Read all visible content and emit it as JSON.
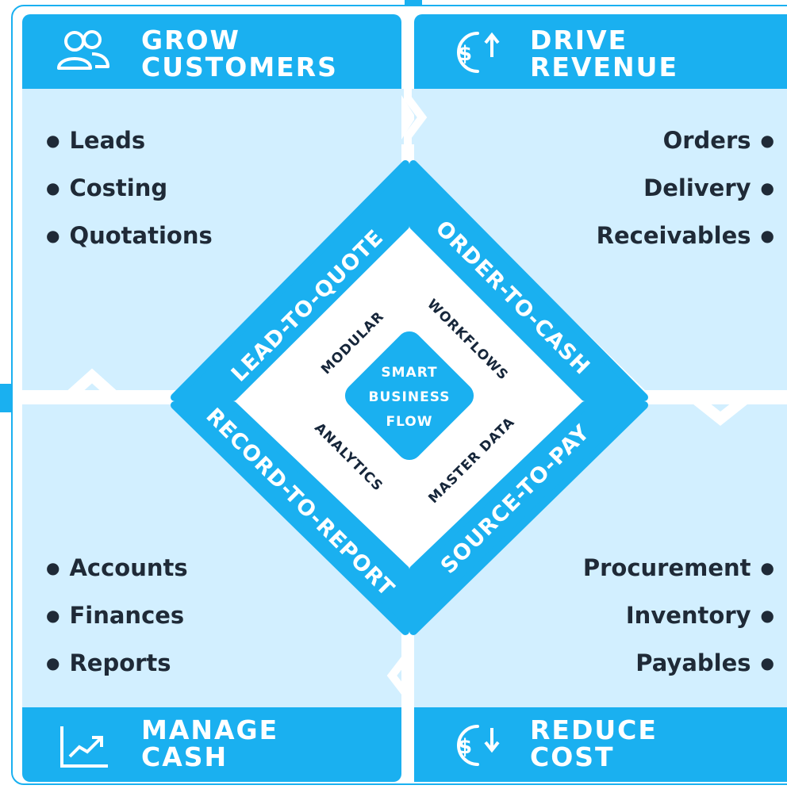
{
  "quadrants": {
    "top_left": {
      "title_line1": "GROW",
      "title_line2": "CUSTOMERS",
      "icon": "users-icon",
      "items": [
        "Leads",
        "Costing",
        "Quotations"
      ]
    },
    "top_right": {
      "title_line1": "DRIVE",
      "title_line2": "REVENUE",
      "icon": "dollar-up-icon",
      "items": [
        "Orders",
        "Delivery",
        "Receivables"
      ]
    },
    "bottom_left": {
      "title_line1": "MANAGE",
      "title_line2": "CASH",
      "icon": "trend-chart-icon",
      "items": [
        "Accounts",
        "Finances",
        "Reports"
      ]
    },
    "bottom_right": {
      "title_line1": "REDUCE",
      "title_line2": "COST",
      "icon": "dollar-down-icon",
      "items": [
        "Procurement",
        "Inventory",
        "Payables"
      ]
    }
  },
  "diamond": {
    "processes": {
      "top_left": "LEAD-TO-QUOTE",
      "top_right": "ORDER-TO-CASH",
      "bottom_right": "SOURCE-TO-PAY",
      "bottom_left": "RECORD-TO-REPORT"
    },
    "pillars": {
      "top_left": "MODULAR",
      "top_right": "WORKFLOWS",
      "bottom_right": "MASTER DATA",
      "bottom_left": "ANALYTICS"
    },
    "center": [
      "SMART",
      "BUSINESS",
      "FLOW"
    ]
  },
  "colors": {
    "accent": "#1ab0f0",
    "panel": "#d2efff",
    "text": "#1f2a37",
    "pillar_text": "#16263a",
    "white": "#ffffff"
  }
}
